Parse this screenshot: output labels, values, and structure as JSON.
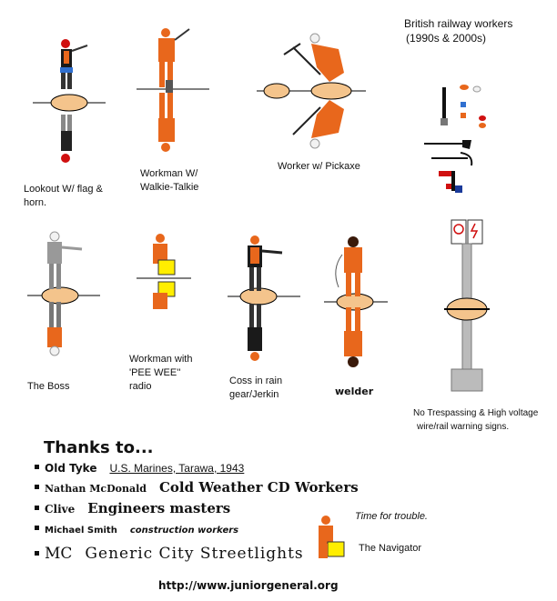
{
  "header": {
    "title_line1": "British railway workers",
    "title_line2": "(1990s & 2000s)"
  },
  "figures": [
    {
      "line1": "Lookout W/ flag &",
      "line2": "horn."
    },
    {
      "line1": "Workman W/",
      "line2": "Walkie-Talkie"
    },
    {
      "line1": "Worker w/ Pickaxe",
      "line2": ""
    },
    {
      "line1": "The Boss",
      "line2": ""
    },
    {
      "line1": "Workman with",
      "line2": "'PEE WEE''",
      "line3": "radio"
    },
    {
      "line1": "Coss in rain",
      "line2": "gear/Jerkin"
    },
    {
      "line1": "welder",
      "line2": ""
    }
  ],
  "signs": {
    "line1": "No Trespassing & High voltage",
    "line2": "wire/rail warning signs."
  },
  "thanks": {
    "heading": "Thanks to...",
    "credits": [
      {
        "name": "Old Tyke",
        "work": "U.S. Marines, Tarawa, 1943"
      },
      {
        "name": "Nathan McDonald",
        "work": "Cold Weather CD Workers"
      },
      {
        "name": "Clive",
        "work": "Engineers masters"
      },
      {
        "name": "Michael Smith",
        "work": "construction workers"
      },
      {
        "name": "MC",
        "work": "Generic City Streetlights"
      }
    ]
  },
  "navigator": {
    "speech": "Time for trouble.",
    "label": "The Navigator"
  },
  "footer": {
    "url": "http://www.juniorgeneral.org"
  },
  "colors": {
    "hivis_orange": "#e8671c",
    "base_tan": "#f4c48c",
    "helmet_white": "#f2f2f2",
    "radio_yellow": "#ffee00"
  }
}
